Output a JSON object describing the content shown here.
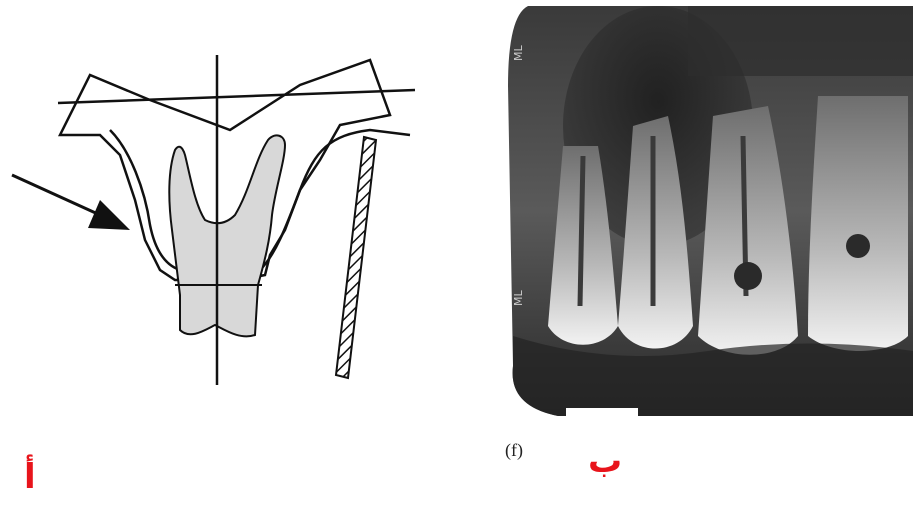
{
  "labels": {
    "left": "أ",
    "right": "ب"
  },
  "xray": {
    "caption": "(f)"
  },
  "colors": {
    "label": "#e8141b",
    "outline": "#111111",
    "pulp": "#d8d8d8"
  }
}
